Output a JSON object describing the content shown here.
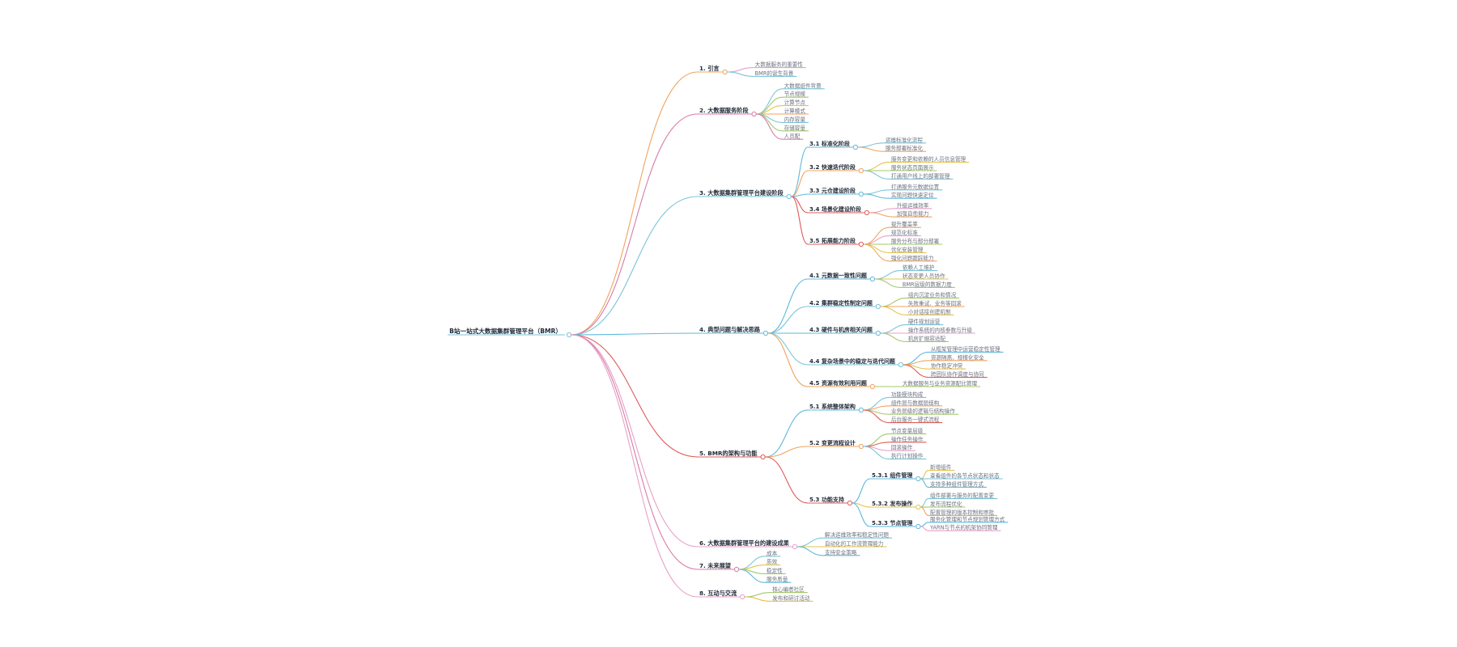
{
  "mindmap": {
    "root": "B站一站式大数据集群管理平台（BMR）",
    "branches": [
      {
        "label": "1. 引言",
        "color": "#f0a35e",
        "children": [
          {
            "label": "大数据服务的重要性",
            "color": "#e8a0c8"
          },
          {
            "label": "BMR的诞生背景",
            "color": "#7ac4d8"
          }
        ]
      },
      {
        "label": "2. 大数据服务阶段",
        "color": "#d97aa6",
        "children": [
          {
            "label": "大数据组件背景",
            "color": "#7ac4d8"
          },
          {
            "label": "节点规模",
            "color": "#a3c86a"
          },
          {
            "label": "计算节点",
            "color": "#e6c24a"
          },
          {
            "label": "计算模式",
            "color": "#f0a35e"
          },
          {
            "label": "内存容量",
            "color": "#7ac4d8"
          },
          {
            "label": "存储容量",
            "color": "#a3c86a"
          },
          {
            "label": "人员配",
            "color": "#d97aa6"
          }
        ]
      },
      {
        "label": "3. 大数据集群管理平台建设阶段",
        "color": "#7ac4d8",
        "children": [
          {
            "label": "3.1 标准化阶段",
            "color": "#5fb8dc",
            "children": [
              {
                "label": "运维标准化流程",
                "color": "#7ac4d8"
              },
              {
                "label": "服务部署标准化",
                "color": "#f0a35e"
              }
            ]
          },
          {
            "label": "3.2 快速迭代阶段",
            "color": "#f0a35e",
            "children": [
              {
                "label": "服务变更和依赖的人员信息管理",
                "color": "#e6c24a"
              },
              {
                "label": "服务状态页面展示",
                "color": "#a3c86a"
              },
              {
                "label": "打通用户线上的部署管理",
                "color": "#7ac4d8"
              }
            ]
          },
          {
            "label": "3.3 元仓建设阶段",
            "color": "#5fb8dc",
            "children": [
              {
                "label": "打通服务元数据位置",
                "color": "#7ac4d8"
              },
              {
                "label": "实现问题快速定位",
                "color": "#5fb8dc"
              }
            ]
          },
          {
            "label": "3.4 场景化建设阶段",
            "color": "#e05a5a",
            "children": [
              {
                "label": "升级运维效率",
                "color": "#e8a0c8"
              },
              {
                "label": "加强自愈能力",
                "color": "#f0a35e"
              }
            ]
          },
          {
            "label": "3.5 拓展能力阶段",
            "color": "#e05a5a",
            "children": [
              {
                "label": "提升覆盖率",
                "color": "#f0a35e"
              },
              {
                "label": "规范化标准",
                "color": "#e8a0c8"
              },
              {
                "label": "服务分布与部分部署",
                "color": "#a3c86a"
              },
              {
                "label": "优化安装管理",
                "color": "#e6c24a"
              },
              {
                "label": "强化问题跟踪能力",
                "color": "#f0a35e"
              }
            ]
          }
        ]
      },
      {
        "label": "4. 典型问题与解决思路",
        "color": "#5fb8dc",
        "children": [
          {
            "label": "4.1 元数据一致性问题",
            "color": "#5fb8dc",
            "children": [
              {
                "label": "依赖人工维护",
                "color": "#7ac4d8"
              },
              {
                "label": "状态变更人员协作",
                "color": "#e6c24a"
              },
              {
                "label": "BMR层级的数据力度",
                "color": "#a3c86a"
              }
            ]
          },
          {
            "label": "4.2 集群稳定性制定问题",
            "color": "#7ac4d8",
            "children": [
              {
                "label": "组内沉淀业务和情况",
                "color": "#a3c86a"
              },
              {
                "label": "失败重试、业务等回滚",
                "color": "#f0a35e"
              },
              {
                "label": "小对话接创建机制",
                "color": "#e6c24a"
              }
            ]
          },
          {
            "label": "4.3 硬件与机房相关问题",
            "color": "#5fb8dc",
            "children": [
              {
                "label": "硬件规划运营",
                "color": "#7ac4d8"
              },
              {
                "label": "操作系统的内核参数与升级",
                "color": "#e8a0c8"
              },
              {
                "label": "机房扩缩容适配",
                "color": "#a3c86a"
              }
            ]
          },
          {
            "label": "4.4 复杂场景中的稳定与迭代问题",
            "color": "#7ac4d8",
            "children": [
              {
                "label": "从框架管理中运营稳定性管理",
                "color": "#5fb8dc"
              },
              {
                "label": "资源隔离、规模化安全",
                "color": "#f0a35e"
              },
              {
                "label": "协作稳定冲突",
                "color": "#e6c24a"
              },
              {
                "label": "跨团队协作调度与协同",
                "color": "#e05a5a"
              }
            ]
          },
          {
            "label": "4.5 资源有效利用问题",
            "color": "#f0a35e",
            "children": [
              {
                "label": "大数据服务与业务资源配比管理",
                "color": "#a3c86a"
              }
            ]
          }
        ]
      },
      {
        "label": "5. BMR的架构与功能",
        "color": "#e05a5a",
        "children": [
          {
            "label": "5.1 系统整体架构",
            "color": "#5fb8dc",
            "children": [
              {
                "label": "功能模块构成",
                "color": "#7ac4d8"
              },
              {
                "label": "组件层与数据层结构",
                "color": "#f0a35e"
              },
              {
                "label": "业务层级的逻辑与结构操作",
                "color": "#a3c86a"
              },
              {
                "label": "后台服务一键式流程",
                "color": "#e05a5a"
              }
            ]
          },
          {
            "label": "5.2 变更流程设计",
            "color": "#f0a35e",
            "children": [
              {
                "label": "节点变量层级",
                "color": "#a3c86a"
              },
              {
                "label": "操作任务操作",
                "color": "#e05a5a"
              },
              {
                "label": "回滚操作",
                "color": "#e8a0c8"
              },
              {
                "label": "执行计划操作",
                "color": "#7ac4d8"
              }
            ]
          },
          {
            "label": "5.3 功能支持",
            "color": "#e05a5a",
            "children": [
              {
                "label": "5.3.1 组件管理",
                "color": "#5fb8dc",
                "children": [
                  {
                    "label": "新增组件",
                    "color": "#e6c24a"
                  },
                  {
                    "label": "查看组件的各节点状态和状态",
                    "color": "#7ac4d8"
                  },
                  {
                    "label": "支持多种组件管理方式",
                    "color": "#5fb8dc"
                  }
                ]
              },
              {
                "label": "5.3.2 发布操作",
                "color": "#e6c24a",
                "children": [
                  {
                    "label": "组件部署与服务的配置变更",
                    "color": "#7ac4d8"
                  },
                  {
                    "label": "发布流程优化",
                    "color": "#a3c86a"
                  },
                  {
                    "label": "配置管理的版本控制和审批",
                    "color": "#f0a35e"
                  }
                ]
              },
              {
                "label": "5.3.3 节点管理",
                "color": "#5fb8dc",
                "children": [
                  {
                    "label": "服务化管理和节点规划管理方式",
                    "color": "#5fb8dc"
                  },
                  {
                    "label": "YARN与节点的机架协同管理",
                    "color": "#e8a0c8"
                  }
                ]
              }
            ]
          }
        ]
      },
      {
        "label": "6. 大数据集群管理平台的建设成果",
        "color": "#e8a0c8",
        "children": [
          {
            "label": "解决运维效率和稳定性问题",
            "color": "#7ac4d8"
          },
          {
            "label": "自动化的工作流管理能力",
            "color": "#e6c24a"
          },
          {
            "label": "支持安全策略",
            "color": "#5fb8dc"
          }
        ]
      },
      {
        "label": "7. 未来展望",
        "color": "#d97aa6",
        "children": [
          {
            "label": "成本",
            "color": "#7ac4d8"
          },
          {
            "label": "质效",
            "color": "#e6c24a"
          },
          {
            "label": "稳定性",
            "color": "#a3c86a"
          },
          {
            "label": "服务质量",
            "color": "#5fb8dc"
          }
        ]
      },
      {
        "label": "8. 互动与交流",
        "color": "#e8a0c8",
        "children": [
          {
            "label": "核心编者社区",
            "color": "#a3c86a"
          },
          {
            "label": "发布和研讨活动",
            "color": "#e6c24a"
          }
        ]
      }
    ]
  }
}
